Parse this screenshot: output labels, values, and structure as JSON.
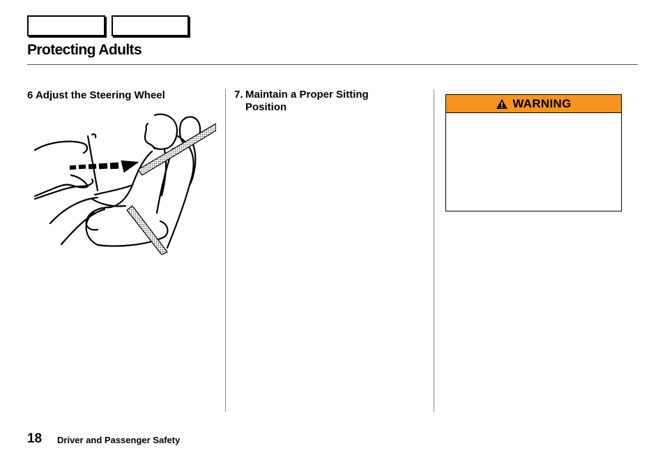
{
  "header": {
    "nav_buttons": [
      "",
      ""
    ],
    "title": "Protecting Adults"
  },
  "columns": [
    {
      "heading": "6 Adjust the Steering Wheel",
      "illustration": "seated-driver-steering-wheel-adjust"
    },
    {
      "heading_number": "7.",
      "heading_line1": "Maintain a Proper Sitting",
      "heading_line2": "Position"
    },
    {
      "warning": {
        "label": "WARNING",
        "icon": "warning-triangle-icon",
        "header_color": "#f7941d",
        "body": ""
      }
    }
  ],
  "footer": {
    "page_number": "18",
    "section": "Driver and Passenger Safety"
  }
}
